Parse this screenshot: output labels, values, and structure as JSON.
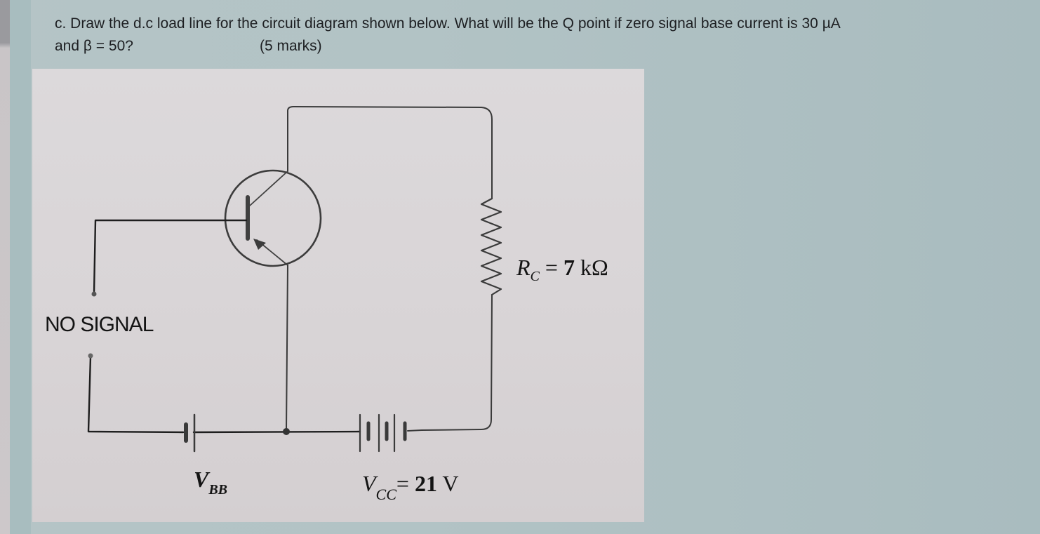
{
  "question": {
    "line1": "c. Draw the d.c load line for the circuit diagram shown below. What will be the Q point if zero signal base current is 30 µA",
    "line2_condition": "and β = 50?",
    "marks": "(5 marks)"
  },
  "diagram": {
    "input_label": "NO SIGNAL",
    "rc": {
      "symbol": "R",
      "subscript": "C",
      "equals": " = ",
      "value": "7",
      "unit": " kΩ"
    },
    "vbb": {
      "symbol": "V",
      "subscript": "BB"
    },
    "vcc": {
      "symbol": "V",
      "subscript": "CC",
      "equals": "= ",
      "value": "21",
      "unit": " V"
    },
    "components": [
      "npn-transistor",
      "collector-resistor",
      "base-battery",
      "collector-battery"
    ]
  },
  "colors": {
    "background": "#b2c3c5",
    "figure_bg": "#d9d5d7",
    "wire": "#2a2a2a",
    "text": "#1d1f22"
  }
}
